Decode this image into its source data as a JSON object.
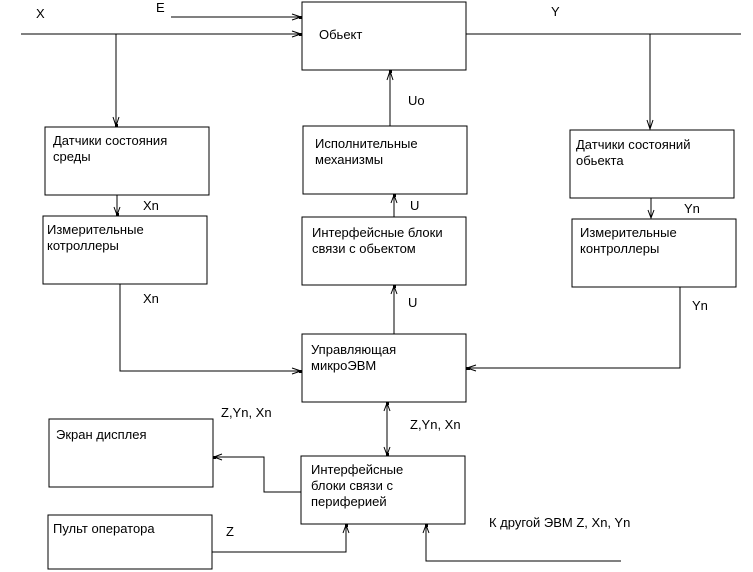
{
  "diagram": {
    "blocks": {
      "object": "Обьект",
      "env_sensors": "Датчики состояния\nсреды",
      "meas_ctrl_left": "Измерительные\nкотроллеры",
      "actuators": "Исполнительные\nмеханизмы",
      "obj_interface": "Интерфейсные блоки\nсвязи с обьектом",
      "obj_sensors": "Датчики состояний\nобьекта",
      "meas_ctrl_right": "Измерительные\nконтроллеры",
      "micro_computer": "Управляющая\nмикроЭВМ",
      "display": "Экран дисплея",
      "periph_interface": "Интерфейсные\nблоки связи с\nпериферией",
      "operator_panel": "Пульт оператора"
    },
    "signals": {
      "x": "X",
      "e": "E",
      "y": "Y",
      "uo": "Uo",
      "u_top": "U",
      "u_bottom": "U",
      "xn_1": "Xn",
      "xn_2": "Xn",
      "yn_1": "Yn",
      "yn_2": "Yn",
      "zynxn_display": "Z,Yn, Xn",
      "zynxn_bus": "Z,Yn, Xn",
      "z": "Z",
      "other_computer": "К другой ЭВМ Z, Xn, Yn"
    }
  }
}
